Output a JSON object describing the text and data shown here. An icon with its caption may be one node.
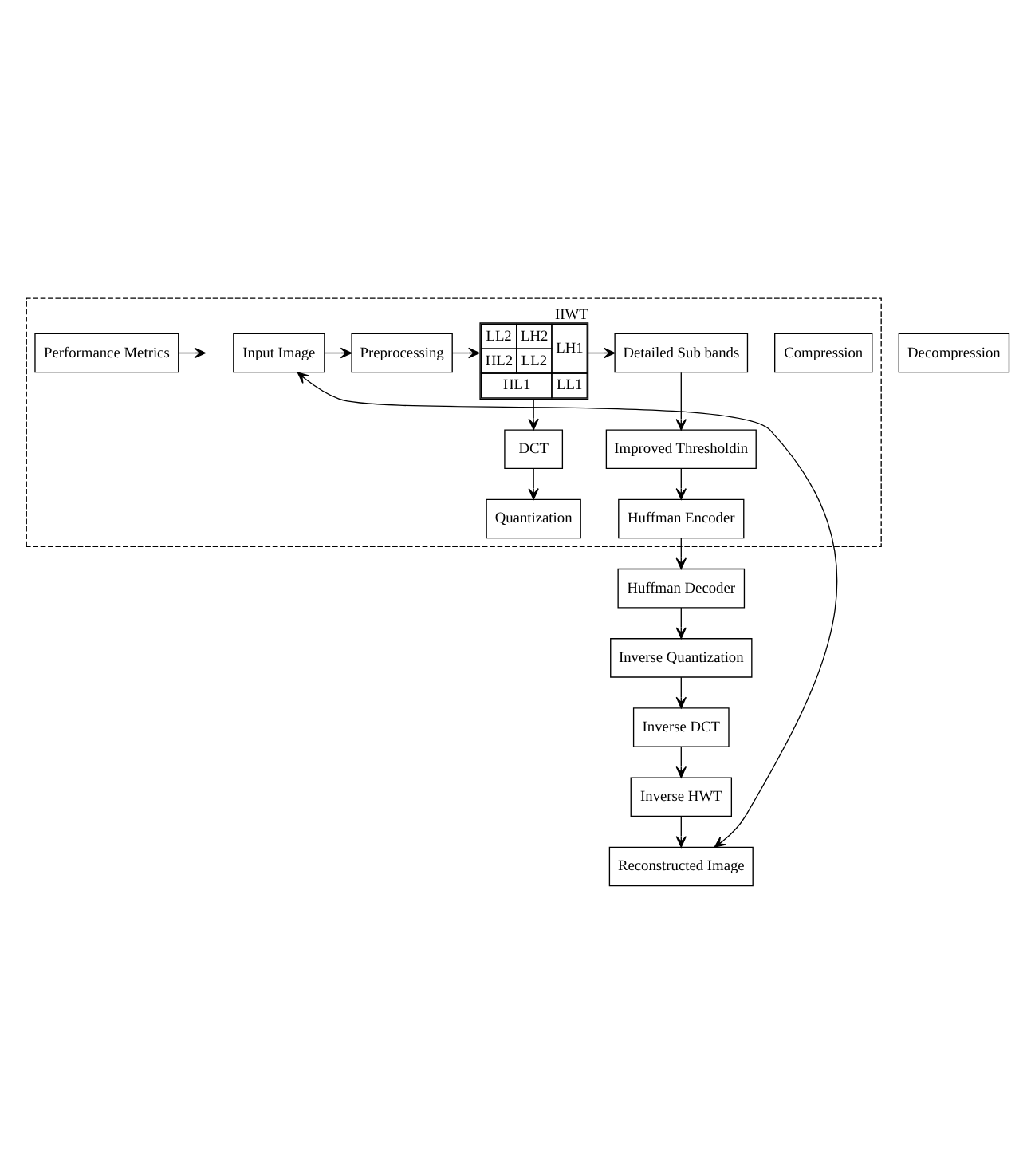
{
  "diagram": {
    "nodes": [
      {
        "text": [],
        "shape": "box"
      },
      {
        "text": [
          "Compression"
        ],
        "in": 0
      },
      {
        "text": [
          "Input Image"
        ],
        "in": 0
      },
      {
        "text": [
          "Preprocessing"
        ],
        "in": 0
      },
      {
        "text": [
          "LL2",
          "LH2",
          "LH1",
          "HL2",
          "LL2",
          "HL1",
          "LL1"
        ],
        "beside": [
          "IIWT"
        ],
        "in": 0
      },
      {
        "text": [
          "Detailed Sub bands"
        ],
        "in": 0
      },
      {
        "text": [
          "DCT"
        ],
        "in": 0
      },
      {
        "text": [
          "Quantization"
        ],
        "in": 0
      },
      {
        "text": [
          "Improved Thresholdin"
        ],
        "in": 0
      },
      {
        "text": [
          "Huffman Encoder"
        ],
        "in": 0
      },
      {
        "text": [
          "Performance Metrics"
        ],
        "in": 0
      },
      {
        "text": [
          "Reconstructed Image"
        ]
      },
      {
        "text": [
          "Decompression"
        ]
      },
      {
        "text": [
          "Huffman Decoder"
        ]
      },
      {
        "text": [
          "Inverse Quantization"
        ]
      },
      {
        "text": [
          "Inverse DCT"
        ]
      },
      {
        "text": [
          "Inverse HWT"
        ]
      }
    ],
    "edges": [
      {
        "from": 2,
        "to": 3,
        "arrow": "to"
      },
      {
        "from": 3,
        "to": 4,
        "arrow": "to"
      },
      {
        "from": 4,
        "to": 5,
        "arrow": "to"
      },
      {
        "from": 4,
        "to": 6,
        "arrow": "to"
      },
      {
        "from": 6,
        "to": 7,
        "arrow": "to"
      },
      {
        "from": 5,
        "to": 8,
        "arrow": "to"
      },
      {
        "from": 8,
        "to": 9,
        "arrow": "to"
      },
      {
        "from": 9,
        "to": 13,
        "arrow": "to"
      },
      {
        "from": 13,
        "to": 14,
        "arrow": "to"
      },
      {
        "from": 14,
        "to": 15,
        "arrow": "to"
      },
      {
        "from": 15,
        "to": 16,
        "arrow": "to"
      },
      {
        "from": 16,
        "to": 11,
        "arrow": "to"
      },
      {
        "from": 11,
        "to": 2,
        "arrow": "both"
      },
      {
        "from": 10,
        "to": null,
        "arrow": "to"
      }
    ]
  }
}
